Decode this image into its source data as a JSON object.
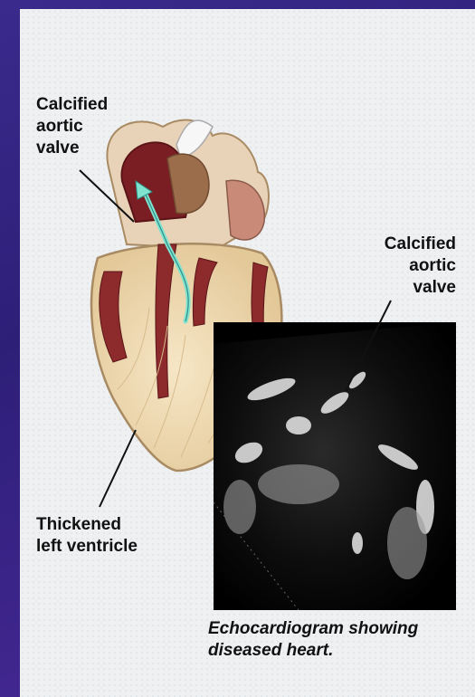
{
  "labels": {
    "calcified_valve_left": "Calcified\naortic\nvalve",
    "calcified_valve_right": "Calcified\naortic\nvalve",
    "thickened_ventricle": "Thickened\nleft ventricle"
  },
  "caption": "Echocardiogram showing\ndiseased heart.",
  "colors": {
    "panel": "#eef0f2",
    "heart_muscle": "#f1dcb6",
    "heart_outline": "#a88b63",
    "chamber": "#7a1e24",
    "flow_arrow": "#7fe3d0",
    "echo_bg": "#050505"
  }
}
